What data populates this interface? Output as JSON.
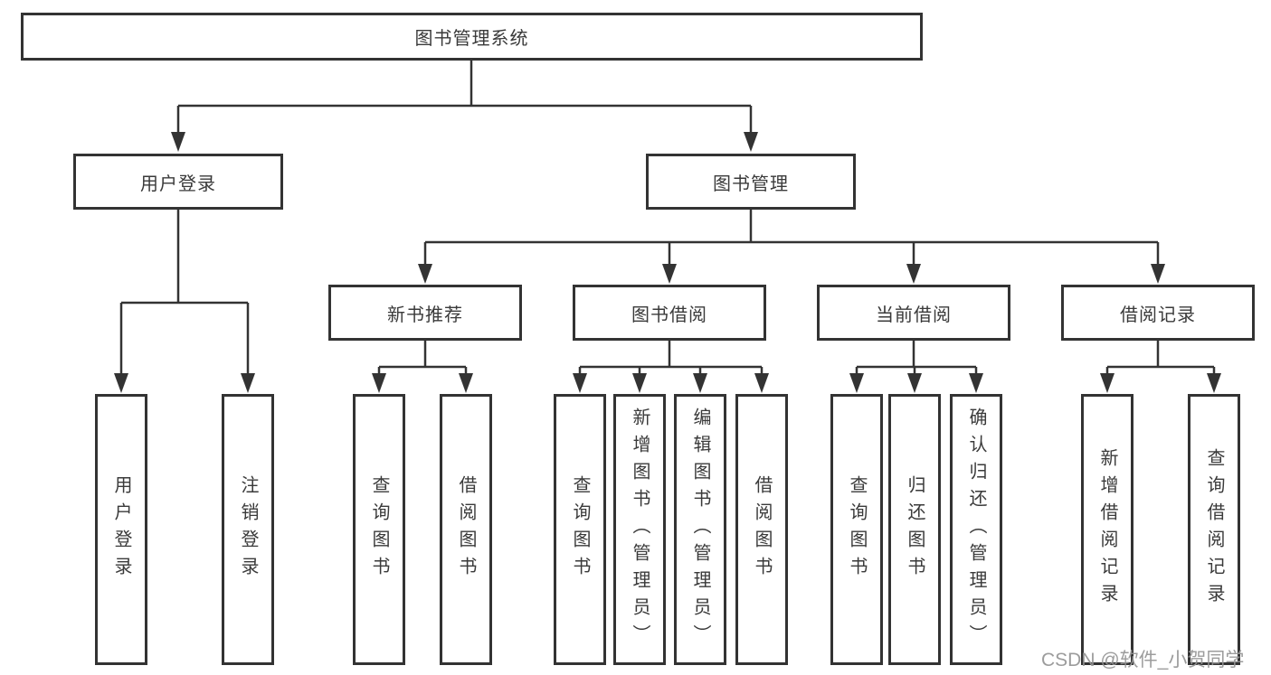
{
  "root": {
    "label": "图书管理系统"
  },
  "branches": [
    {
      "label": "用户登录",
      "children": [
        {
          "label": "用户登录"
        },
        {
          "label": "注销登录"
        }
      ]
    },
    {
      "label": "图书管理",
      "children": [
        {
          "label": "新书推荐",
          "children": [
            {
              "label": "查询图书"
            },
            {
              "label": "借阅图书"
            }
          ]
        },
        {
          "label": "图书借阅",
          "children": [
            {
              "label": "查询图书"
            },
            {
              "label": "新增图书（管理员）"
            },
            {
              "label": "编辑图书（管理员）"
            },
            {
              "label": "借阅图书"
            }
          ]
        },
        {
          "label": "当前借阅",
          "children": [
            {
              "label": "查询图书"
            },
            {
              "label": "归还图书"
            },
            {
              "label": "确认归还（管理员）"
            }
          ]
        },
        {
          "label": "借阅记录",
          "children": [
            {
              "label": "新增借阅记录"
            },
            {
              "label": "查询借阅记录"
            }
          ]
        }
      ]
    }
  ],
  "watermark": {
    "label": "CSDN @软件_小贺同学"
  },
  "colors": {
    "line": "#333333",
    "text": "#3a3a3a",
    "background": "#ffffff",
    "watermark": "#949494"
  }
}
